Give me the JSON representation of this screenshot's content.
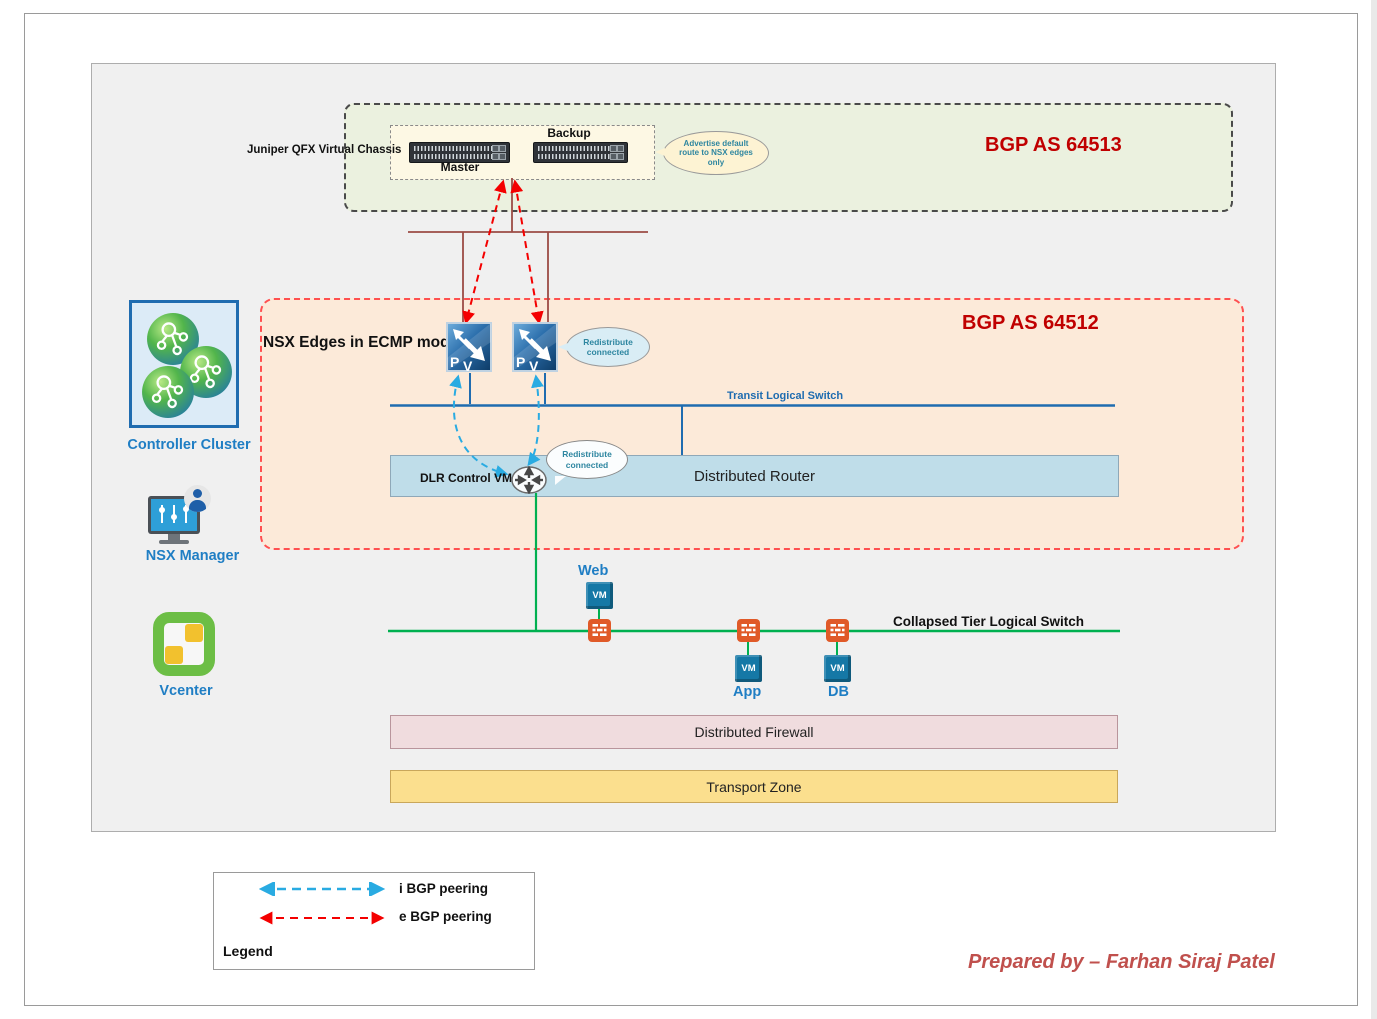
{
  "zones": {
    "as64513": "BGP AS 64513",
    "as64512": "BGP AS 64512"
  },
  "chassis": {
    "label": "Juniper QFX Virtual Chassis",
    "master": "Master",
    "backup": "Backup"
  },
  "callouts": {
    "advertise": "Advertise default route to NSX edges only",
    "redistribute": "Redistribute connected"
  },
  "edges": {
    "title": "NSX Edges in ECMP mode",
    "p": "P",
    "v": "V"
  },
  "network": {
    "transit": "Transit Logical Switch",
    "dlr_vm": "DLR Control VM",
    "router": "Distributed Router",
    "tier": "Collapsed Tier Logical Switch",
    "firewall": "Distributed Firewall",
    "transport": "Transport Zone"
  },
  "vms": {
    "vm": "VM",
    "web": "Web",
    "app": "App",
    "db": "DB"
  },
  "management": {
    "controller": "Controller Cluster",
    "manager": "NSX Manager",
    "vcenter": "Vcenter"
  },
  "legend": {
    "title": "Legend",
    "ibgp": "i BGP peering",
    "ebgp": "e BGP peering"
  },
  "footer": {
    "prepared_by": "Prepared by – Farhan Siraj Patel"
  },
  "colors": {
    "ebgp_red": "#F40000",
    "ibgp_blue": "#29ABE2",
    "bgp_label_red": "#C00000",
    "zone_green_fill": "#EBF1DF",
    "zone_orange_fill": "#FCEAD9",
    "transit_blue": "#1F6CB0",
    "logical_switch_green": "#00B050",
    "uplink_brown": "#9C4B45",
    "router_bar_fill": "#BFDDE9",
    "firewall_bar_fill": "#F0DCDE",
    "transport_bar_fill": "#FBDF8E",
    "mgmt_label_blue": "#1F7EC4",
    "footer_red": "#C0504D"
  },
  "icons": {
    "master_switch": "rack-switch-icon",
    "backup_switch": "rack-switch-icon",
    "nsx_edge": "nsx-edge-pv-icon",
    "dlr": "router-arrows-icon",
    "vm": "vm-cube-icon",
    "firewall": "firewall-brick-icon",
    "controller_cluster": "network-sphere-icon",
    "nsx_manager": "monitor-admin-icon",
    "vcenter": "vsphere-logo-icon"
  }
}
